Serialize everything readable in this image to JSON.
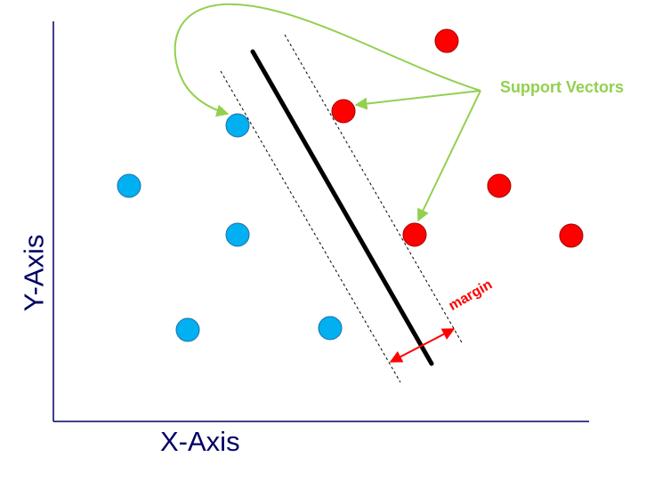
{
  "colors": {
    "axis": "#000066",
    "class_a": "#00b0f0",
    "class_b": "#ff0000",
    "hyperplane": "#000000",
    "margin_lines": "#000000",
    "support_arrows": "#92d050",
    "margin_arrow": "#ff0000"
  },
  "labels": {
    "x_axis": "X-Axis",
    "y_axis": "Y-Axis",
    "support_vectors": "Support Vectors",
    "margin": "margin"
  }
}
